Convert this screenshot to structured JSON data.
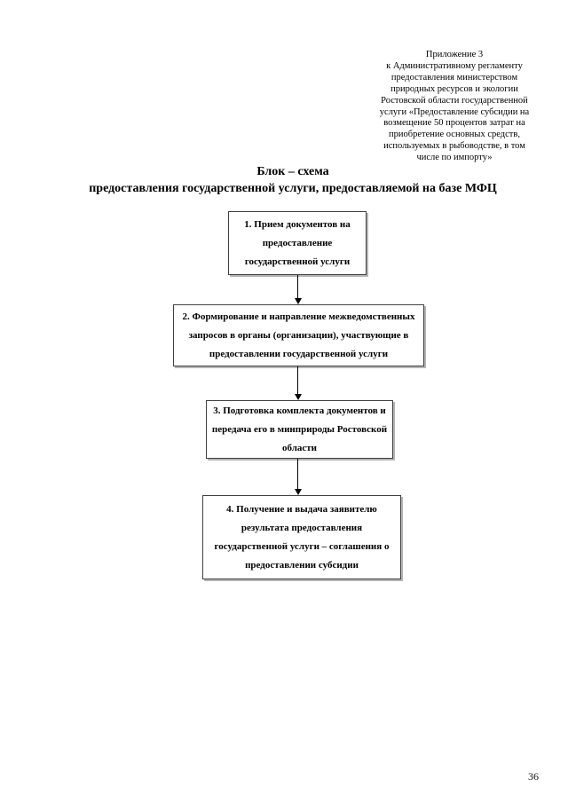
{
  "page": {
    "number": "36",
    "background": "#ffffff",
    "text_color": "#000000",
    "box_border_color": "#404040",
    "box_shadow_color": "#b5b5b5"
  },
  "annex": {
    "lines": [
      "Приложение 3",
      "к Административному регламенту",
      "предоставления министерством",
      "природных ресурсов и экологии",
      "Ростовской области государственной",
      "услуги «Предоставление субсидии на",
      "возмещение 50 процентов затрат на",
      "приобретение основных средств,",
      "используемых в рыбоводстве, в том",
      "числе по импорту»"
    ]
  },
  "title": {
    "line1": "Блок – схема",
    "line2": "предоставления государственной услуги, предоставляемой на базе МФЦ"
  },
  "flowchart": {
    "type": "flowchart",
    "connector_style": "solid-arrow-down",
    "steps": [
      {
        "lines": [
          "1. Прием документов на",
          "предоставление",
          "государственной услуги"
        ]
      },
      {
        "lines": [
          "2. Формирование и направление межведомственных",
          "запросов в органы (организации), участвующие в",
          "предоставлении государственной услуги"
        ]
      },
      {
        "lines": [
          "3. Подготовка комплекта документов и",
          "передача его в минприроды Ростовской",
          "области"
        ]
      },
      {
        "lines": [
          "4. Получение и выдача заявителю",
          "результата предоставления",
          "государственной услуги – соглашения о",
          "предоставлении субсидии"
        ]
      }
    ]
  }
}
